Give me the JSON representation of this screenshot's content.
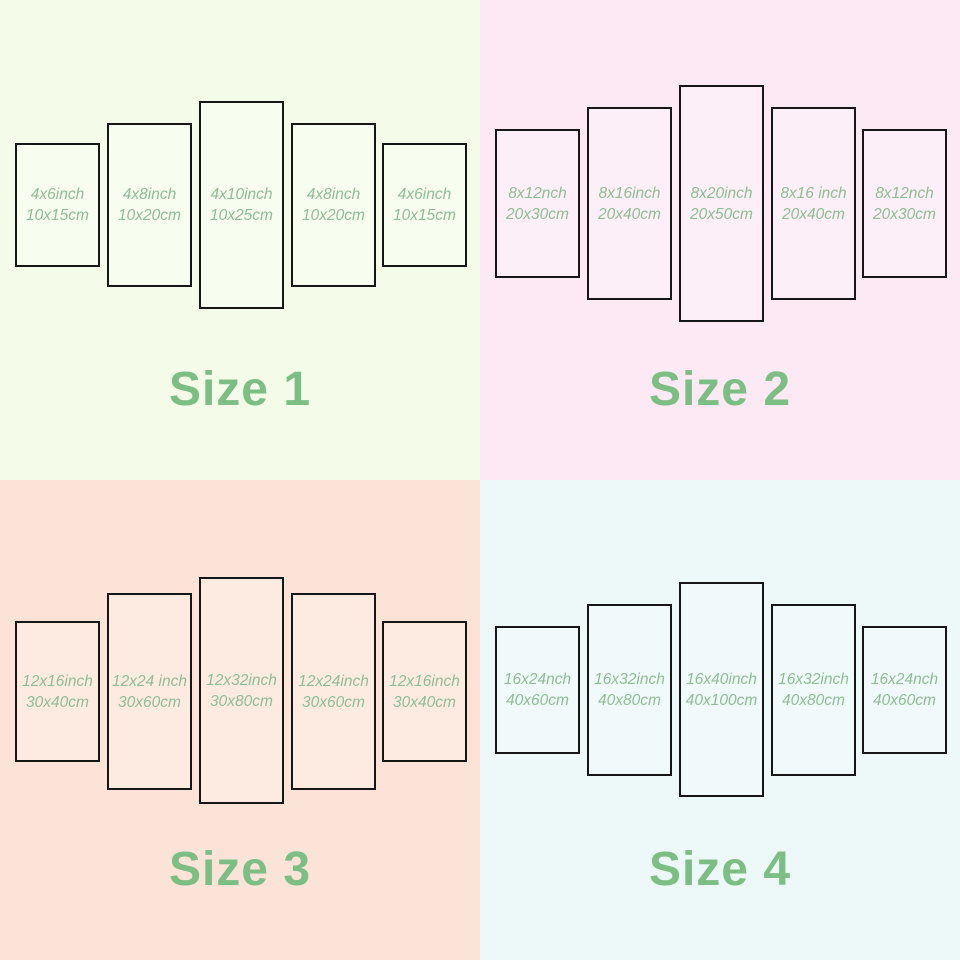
{
  "colors": {
    "q1_bg": "#f4fce9",
    "q2_bg": "#fce9f4",
    "q3_bg": "#fce3d7",
    "q4_bg": "#ecf9f8",
    "panel_border": "#161616",
    "panel_text": "#8fbd96",
    "title_text": "#7cbe84"
  },
  "quadrants": [
    {
      "title": "Size 1",
      "panels": [
        {
          "inch": "4x6inch",
          "cm": "10x15cm"
        },
        {
          "inch": "4x8inch",
          "cm": "10x20cm"
        },
        {
          "inch": "4x10inch",
          "cm": "10x25cm"
        },
        {
          "inch": "4x8inch",
          "cm": "10x20cm"
        },
        {
          "inch": "4x6inch",
          "cm": "10x15cm"
        }
      ]
    },
    {
      "title": "Size 2",
      "panels": [
        {
          "inch": "8x12nch",
          "cm": "20x30cm"
        },
        {
          "inch": "8x16inch",
          "cm": "20x40cm"
        },
        {
          "inch": "8x20inch",
          "cm": "20x50cm"
        },
        {
          "inch": "8x16 inch",
          "cm": "20x40cm"
        },
        {
          "inch": "8x12nch",
          "cm": "20x30cm"
        }
      ]
    },
    {
      "title": "Size 3",
      "panels": [
        {
          "inch": "12x16inch",
          "cm": "30x40cm"
        },
        {
          "inch": "12x24 inch",
          "cm": "30x60cm"
        },
        {
          "inch": "12x32inch",
          "cm": "30x80cm"
        },
        {
          "inch": "12x24inch",
          "cm": "30x60cm"
        },
        {
          "inch": "12x16inch",
          "cm": "30x40cm"
        }
      ]
    },
    {
      "title": "Size 4",
      "panels": [
        {
          "inch": "16x24nch",
          "cm": "40x60cm"
        },
        {
          "inch": "16x32inch",
          "cm": "40x80cm"
        },
        {
          "inch": "16x40inch",
          "cm": "40x100cm"
        },
        {
          "inch": "16x32inch",
          "cm": "40x80cm"
        },
        {
          "inch": "16x24nch",
          "cm": "40x60cm"
        }
      ]
    }
  ]
}
